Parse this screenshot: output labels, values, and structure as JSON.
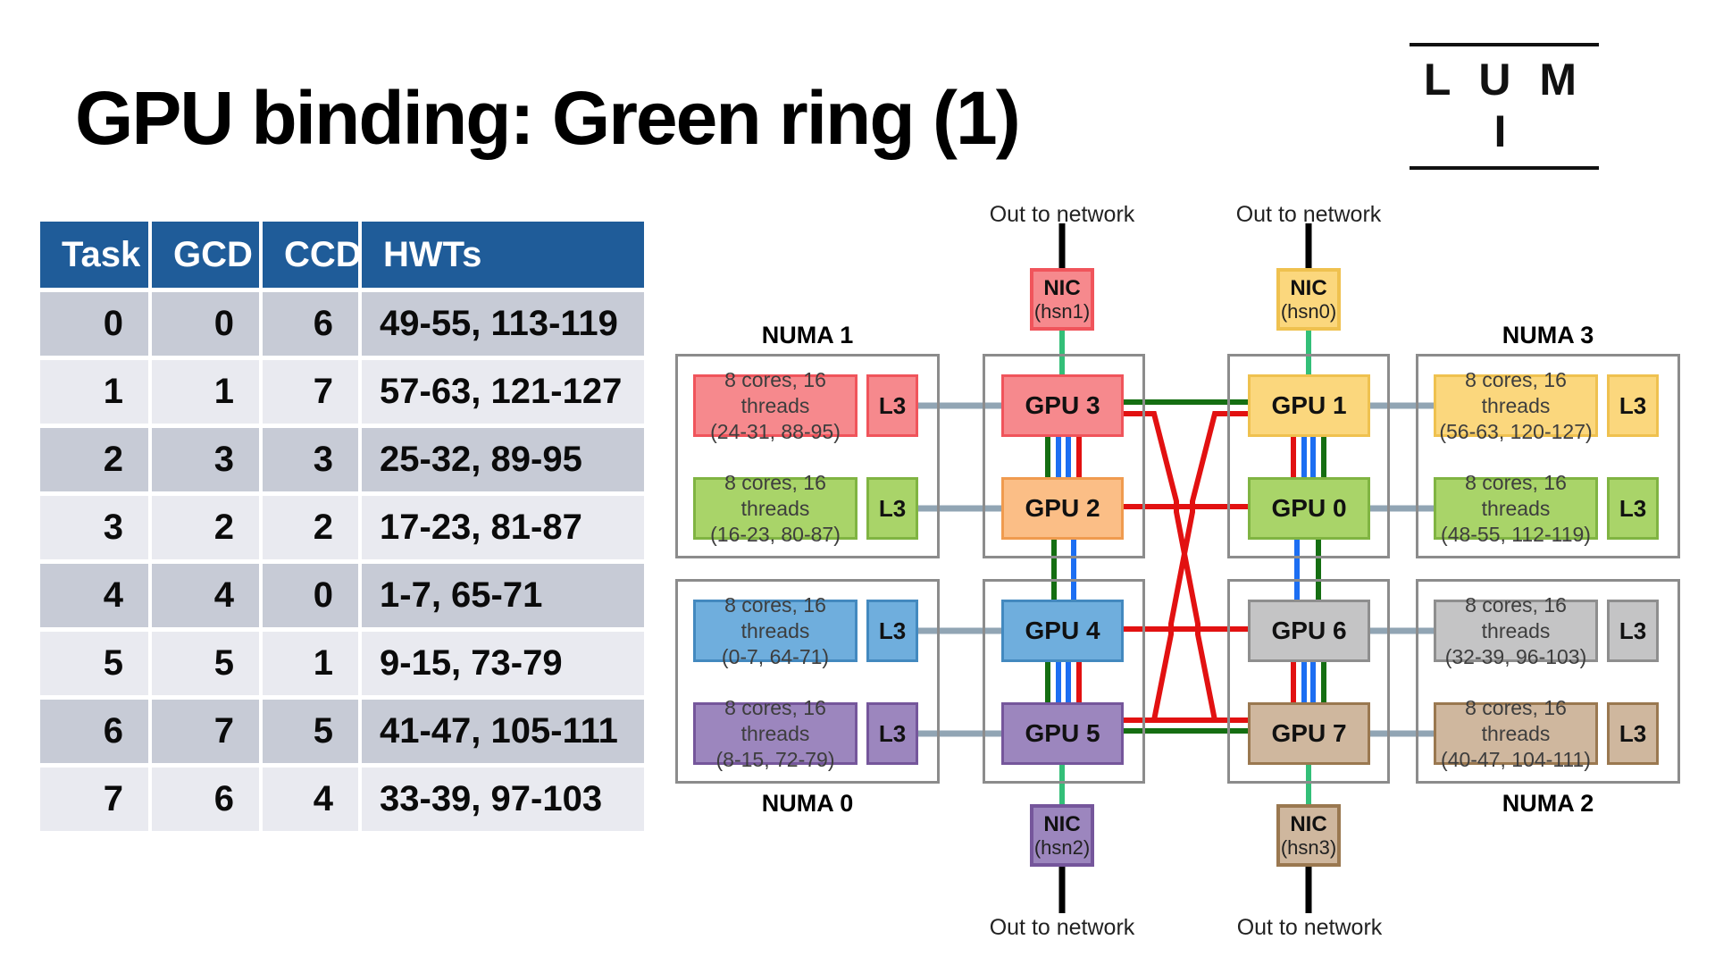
{
  "slide": {
    "title": "GPU binding: Green ring (1)",
    "logo_text": "L U M I"
  },
  "table": {
    "headers": [
      "Task",
      "GCD",
      "CCD",
      "HWTs"
    ],
    "rows": [
      [
        "0",
        "0",
        "6",
        "49-55, 113-119"
      ],
      [
        "1",
        "1",
        "7",
        "57-63, 121-127"
      ],
      [
        "2",
        "3",
        "3",
        "25-32, 89-95"
      ],
      [
        "3",
        "2",
        "2",
        "17-23, 81-87"
      ],
      [
        "4",
        "4",
        "0",
        "1-7, 65-71"
      ],
      [
        "5",
        "5",
        "1",
        "9-15, 73-79"
      ],
      [
        "6",
        "7",
        "5",
        "41-47, 105-111"
      ],
      [
        "7",
        "6",
        "4",
        "33-39, 97-103"
      ]
    ],
    "header_bg": "#1F5C99",
    "row_bg_odd": "#C7CBD6",
    "row_bg_even": "#E9EAF0"
  },
  "diagram": {
    "out_label": "Out to network",
    "l3_label": "L3",
    "numa_groups": [
      {
        "name": "NUMA 1",
        "slot": "top-left",
        "cells": [
          {
            "cores": "8  cores, 16 threads",
            "range": "(24-31, 88-95)",
            "color": "pink"
          },
          {
            "cores": "8  cores, 16 threads",
            "range": "(16-23, 80-87)",
            "color": "green"
          }
        ]
      },
      {
        "name": "NUMA 0",
        "slot": "bottom-left",
        "cells": [
          {
            "cores": "8  cores, 16 threads",
            "range": "(0-7, 64-71)",
            "color": "blue"
          },
          {
            "cores": "8  cores, 16 threads",
            "range": "(8-15, 72-79)",
            "color": "purple"
          }
        ]
      },
      {
        "name": "NUMA 3",
        "slot": "top-right",
        "cells": [
          {
            "cores": "8  cores, 16 threads",
            "range": "(56-63, 120-127)",
            "color": "yellow"
          },
          {
            "cores": "8  cores, 16 threads",
            "range": "(48-55, 112-119)",
            "color": "green"
          }
        ]
      },
      {
        "name": "NUMA 2",
        "slot": "bottom-right",
        "cells": [
          {
            "cores": "8  cores, 16 threads",
            "range": "(32-39, 96-103)",
            "color": "gray"
          },
          {
            "cores": "8  cores, 16 threads",
            "range": "(40-47, 104-111)",
            "color": "tan"
          }
        ]
      }
    ],
    "gpus": [
      {
        "name": "GPU 3",
        "color": "pink",
        "col": "left",
        "row": 0
      },
      {
        "name": "GPU 2",
        "color": "orange",
        "col": "left",
        "row": 1
      },
      {
        "name": "GPU 4",
        "color": "blue",
        "col": "left",
        "row": 2
      },
      {
        "name": "GPU 5",
        "color": "purple",
        "col": "left",
        "row": 3
      },
      {
        "name": "GPU 1",
        "color": "yellow",
        "col": "right",
        "row": 0
      },
      {
        "name": "GPU 0",
        "color": "green",
        "col": "right",
        "row": 1
      },
      {
        "name": "GPU 6",
        "color": "gray",
        "col": "right",
        "row": 2
      },
      {
        "name": "GPU 7",
        "color": "tan",
        "col": "right",
        "row": 3
      }
    ],
    "nics": [
      {
        "label": "NIC",
        "sub": "(hsn1)",
        "color": "pink",
        "pos": "top-left"
      },
      {
        "label": "NIC",
        "sub": "(hsn0)",
        "color": "yellow",
        "pos": "top-right"
      },
      {
        "label": "NIC",
        "sub": "(hsn2)",
        "color": "purple",
        "pos": "bottom-left"
      },
      {
        "label": "NIC",
        "sub": "(hsn3)",
        "color": "tan",
        "pos": "bottom-right"
      }
    ],
    "palette": {
      "pink": {
        "fill": "#F6898D",
        "border": "#F0545B"
      },
      "orange": {
        "fill": "#FBBE86",
        "border": "#F09B4F"
      },
      "yellow": {
        "fill": "#FBD77D",
        "border": "#EFC14F"
      },
      "green": {
        "fill": "#A9D469",
        "border": "#80B442"
      },
      "blue": {
        "fill": "#6FAEDD",
        "border": "#4389BF"
      },
      "purple": {
        "fill": "#9C86BE",
        "border": "#75569B"
      },
      "gray": {
        "fill": "#C4C4C5",
        "border": "#8E8E8E"
      },
      "tan": {
        "fill": "#CFB79E",
        "border": "#9A7850"
      }
    },
    "line_colors": {
      "ring_green": "#156E12",
      "nic_link_green": "#33BF78",
      "red": "#E21111",
      "blue": "#1C6EF2",
      "gray_connector": "#91A5B4",
      "network_black": "#000000"
    }
  }
}
